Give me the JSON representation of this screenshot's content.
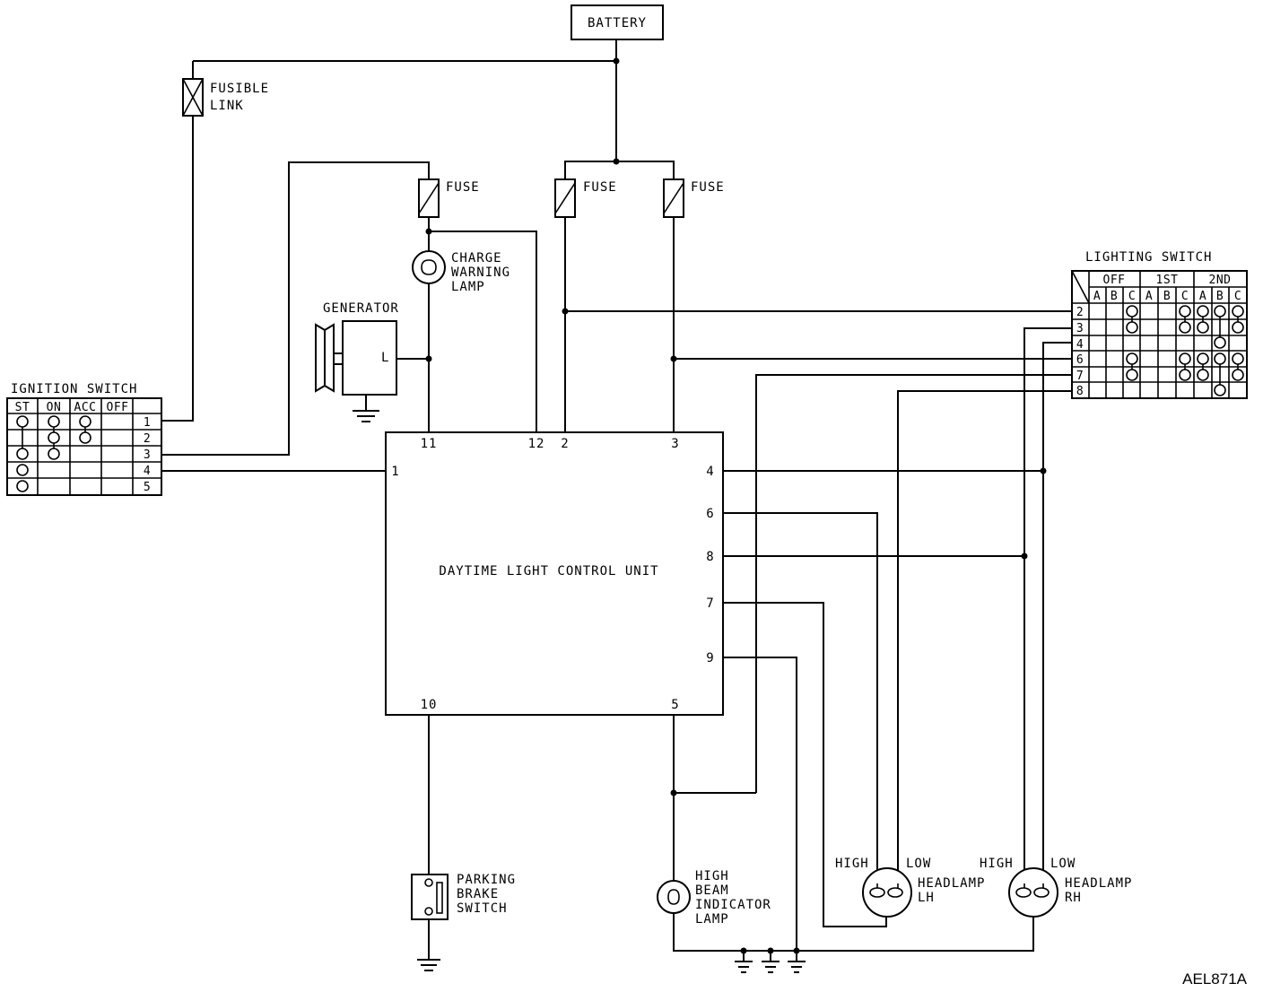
{
  "battery": {
    "label": "BATTERY"
  },
  "fusible_link": {
    "label_line1": "FUSIBLE",
    "label_line2": "LINK"
  },
  "fuses": [
    {
      "label": "FUSE"
    },
    {
      "label": "FUSE"
    },
    {
      "label": "FUSE"
    }
  ],
  "charge_lamp": {
    "line1": "CHARGE",
    "line2": "WARNING",
    "line3": "LAMP"
  },
  "generator": {
    "label": "GENERATOR",
    "terminal": "L"
  },
  "ignition_switch": {
    "title": "IGNITION SWITCH",
    "columns": [
      "ST",
      "ON",
      "ACC",
      "OFF"
    ],
    "rows": [
      "1",
      "2",
      "3",
      "4",
      "5"
    ]
  },
  "control_unit": {
    "label": "DAYTIME LIGHT CONTROL UNIT",
    "pins": {
      "p11": "11",
      "p12": "12",
      "p2": "2",
      "p3": "3",
      "p1": "1",
      "p4": "4",
      "p6": "6",
      "p8": "8",
      "p7": "7",
      "p9": "9",
      "p10": "10",
      "p5": "5"
    }
  },
  "lighting_switch": {
    "title": "LIGHTING SWITCH",
    "groups": [
      "OFF",
      "1ST",
      "2ND"
    ],
    "subcols": [
      "A",
      "B",
      "C",
      "A",
      "B",
      "C",
      "A",
      "B",
      "C"
    ],
    "rows": [
      "2",
      "3",
      "4",
      "6",
      "7",
      "8"
    ]
  },
  "parking_brake": {
    "line1": "PARKING",
    "line2": "BRAKE",
    "line3": "SWITCH"
  },
  "high_beam_indicator": {
    "line1": "HIGH",
    "line2": "BEAM",
    "line3": "INDICATOR",
    "line4": "LAMP"
  },
  "headlamp_lh": {
    "high": "HIGH",
    "low": "LOW",
    "line1": "HEADLAMP",
    "line2": "LH"
  },
  "headlamp_rh": {
    "high": "HIGH",
    "low": "LOW",
    "line1": "HEADLAMP",
    "line2": "RH"
  },
  "figure_id": "AEL871A"
}
